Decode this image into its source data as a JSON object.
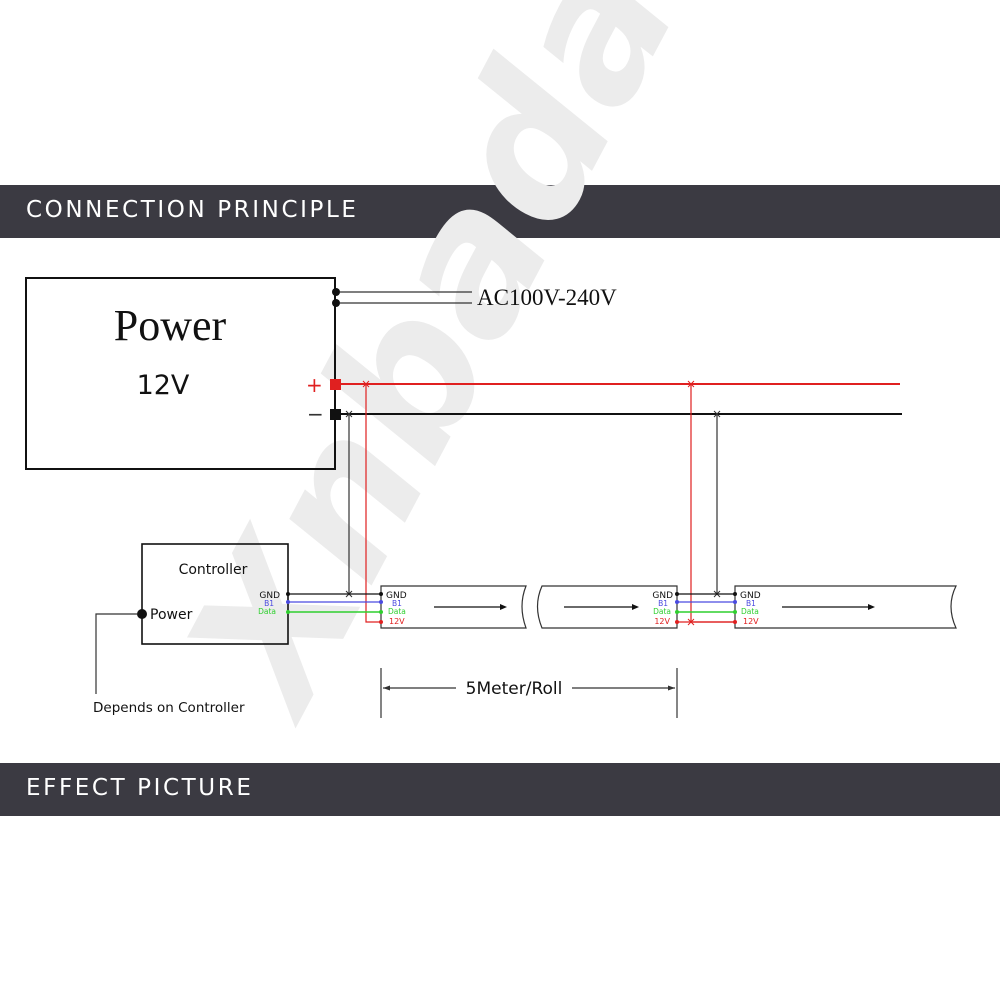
{
  "sections": {
    "connection": "CONNECTION PRINCIPLE",
    "effect": "EFFECT PICTURE"
  },
  "watermark": "Xnbada",
  "power_supply": {
    "title": "Power",
    "voltage": "12V",
    "ac_input": "AC100V-240V",
    "plus": "+",
    "minus": "−"
  },
  "controller": {
    "title": "Controller",
    "power_port": "Power",
    "note": "Depends on Controller",
    "pins": [
      "GND",
      "B1",
      "Data"
    ]
  },
  "strip_pins": [
    "GND",
    "B1",
    "Data",
    "12V"
  ],
  "dimension_label": "5Meter/Roll",
  "colors": {
    "banner_bg": "#3b3a42",
    "wire_positive": "#e02020",
    "wire_ground": "#111111",
    "wire_b1": "#4a4ae0",
    "wire_data": "#2fcf2f",
    "watermark": "#e8e8e8"
  }
}
